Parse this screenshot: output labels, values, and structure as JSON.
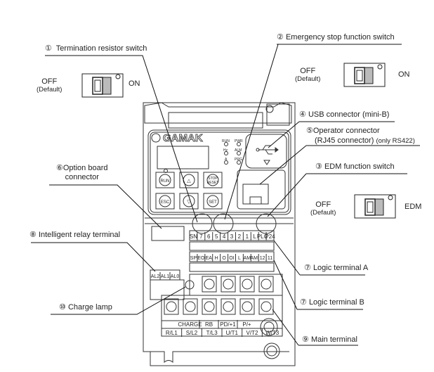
{
  "callouts": {
    "termination_switch": {
      "number": "①",
      "label": "Termination resistor switch"
    },
    "emergency_stop_switch": {
      "number": "②",
      "label": "Emergency stop function switch"
    },
    "usb_connector": {
      "number": "④",
      "label": "USB connector (mini-B)"
    },
    "operator_connector": {
      "number": "⑤",
      "label": "Operator connector",
      "sub_label": "(RJ45 connector)",
      "note": "(only RS422)"
    },
    "edm_switch": {
      "number": "③",
      "label": "EDM function switch"
    },
    "option_board": {
      "number": "⑥",
      "label": "Option board",
      "label2": "connector"
    },
    "relay_terminal": {
      "number": "⑧",
      "label": "Intelligent relay terminal"
    },
    "logic_a": {
      "number": "⑦",
      "label": "Logic terminal A"
    },
    "logic_b": {
      "number": "⑦",
      "label": "Logic terminal B"
    },
    "charge_lamp": {
      "number": "⑩",
      "label": "Charge lamp"
    },
    "main_terminal": {
      "number": "⑨",
      "label": "Main terminal"
    }
  },
  "switches": {
    "termination": {
      "off": "OFF",
      "default": "(Default)",
      "on": "ON"
    },
    "emergency": {
      "off": "OFF",
      "default": "(Default)",
      "on": "ON"
    },
    "edm": {
      "off": "OFF",
      "default": "(Default)",
      "on": "EDM"
    }
  },
  "device": {
    "brand": "GAMAK",
    "leds": [
      "RUN",
      "PWR",
      "Hz",
      "ALM",
      "A",
      "PRG"
    ],
    "keys": {
      "run": "RUN",
      "stop": "STOP",
      "reset": "RESET",
      "esc": "ESC",
      "set": "SET"
    },
    "logic_a_terminals": [
      "SN",
      "7",
      "6",
      "5",
      "4",
      "3",
      "2",
      "1",
      "L",
      "PLC",
      "P24"
    ],
    "logic_b_terminals": [
      "SP",
      "EO",
      "EA",
      "H",
      "O",
      "OI",
      "L",
      "AM",
      "AMI",
      "12",
      "11"
    ],
    "relay_terminals": [
      "AL2",
      "AL1",
      "AL0"
    ],
    "main_top": [
      "CHARGE",
      "RB",
      "PD/+1",
      "P/+"
    ],
    "main_bottom": [
      "R/L1",
      "S/L2",
      "T/L3",
      "U/T1",
      "V/T2",
      "W/T3"
    ]
  }
}
